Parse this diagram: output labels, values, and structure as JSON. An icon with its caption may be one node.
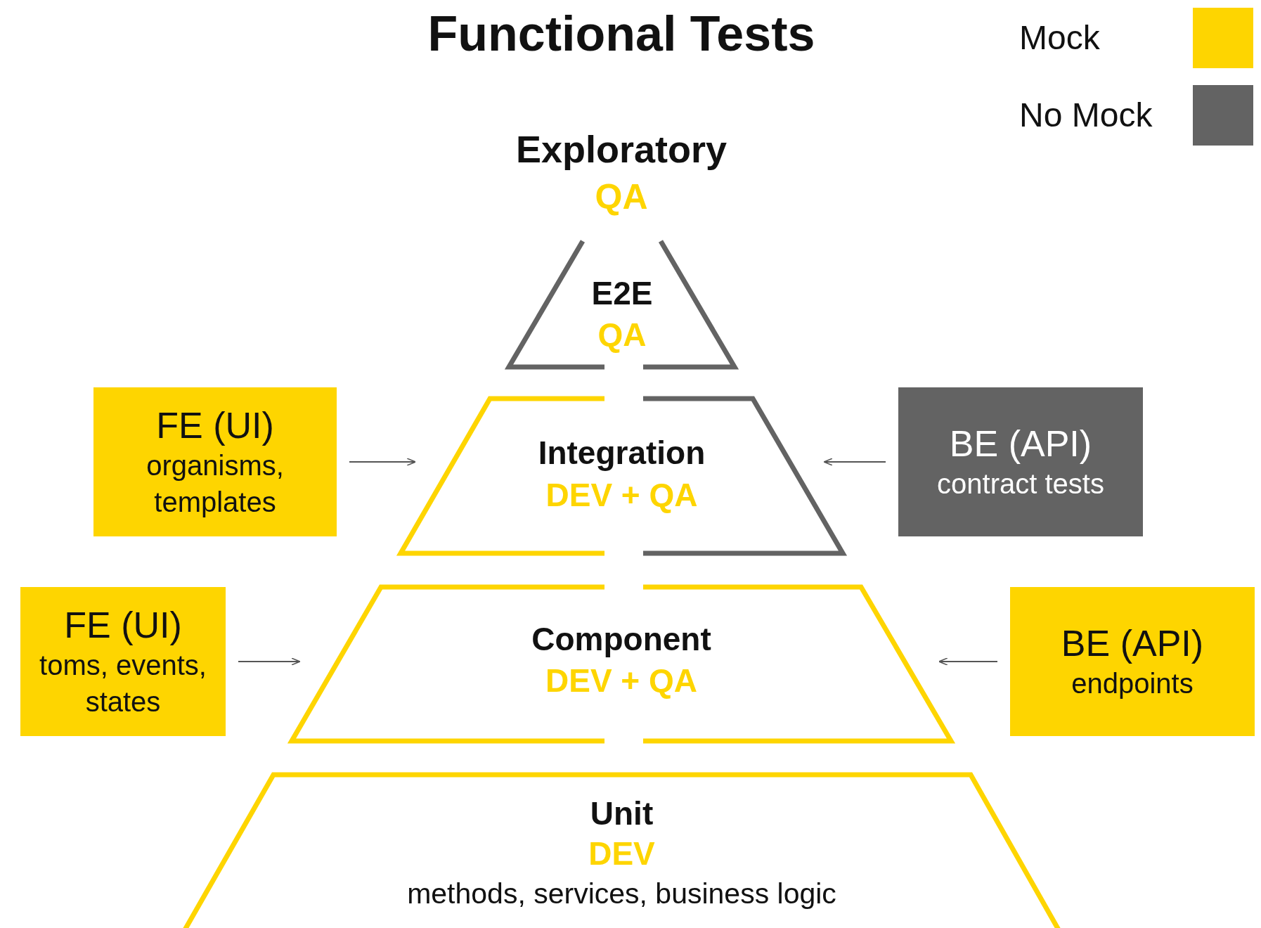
{
  "diagram": {
    "title": "Functional Tests",
    "nodes": [
      {
        "text": [
          "E2E",
          "QA"
        ]
      },
      {
        "text": [
          "Integration",
          "DEV + QA"
        ]
      },
      {
        "text": [
          "Component",
          "DEV + QA"
        ]
      },
      {
        "text": [
          "Unit",
          "DEV",
          "methods, services, business logic"
        ]
      },
      {
        "text": [
          "FE (UI)",
          "organisms, templates"
        ]
      },
      {
        "text": [
          "BE (API)",
          "contract tests"
        ]
      },
      {
        "text": [
          "FE (UI)",
          "toms, events, states"
        ]
      },
      {
        "text": [
          "BE (API)",
          "endpoints"
        ]
      }
    ],
    "edges": [
      {
        "from": 4,
        "to": 1,
        "arrow": "to"
      },
      {
        "from": 5,
        "to": 1,
        "arrow": "to"
      },
      {
        "from": 6,
        "to": 2,
        "arrow": "to"
      },
      {
        "from": 7,
        "to": 2,
        "arrow": "to"
      }
    ],
    "labels": [
      "Exploratory",
      "QA"
    ],
    "legend": [
      {
        "text": "Mock",
        "color": "#fed500"
      },
      {
        "text": "No Mock",
        "color": "#636363"
      }
    ]
  }
}
